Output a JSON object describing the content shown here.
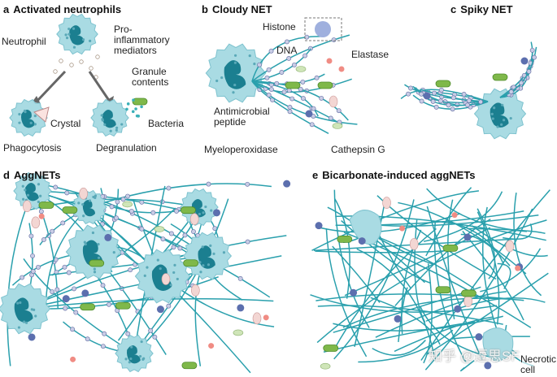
{
  "panels": {
    "a": {
      "letter": "a",
      "title": "Activated neutrophils",
      "labels": {
        "neutrophil": "Neutrophil",
        "pro": "Pro-",
        "inflammatory": "inflammatory",
        "mediators": "mediators",
        "granule": "Granule",
        "contents": "contents",
        "crystal": "Crystal",
        "bacteria": "Bacteria",
        "phagocytosis": "Phagocytosis",
        "degranulation": "Degranulation"
      }
    },
    "b": {
      "letter": "b",
      "title": "Cloudy NET",
      "labels": {
        "histone": "Histone",
        "dna": "DNA",
        "elastase": "Elastase",
        "antimicrobial": "Antimicrobial",
        "peptide": "peptide",
        "myeloperoxidase": "Myeloperoxidase",
        "cathepsin": "Cathepsin G"
      }
    },
    "c": {
      "letter": "c",
      "title": "Spiky NET"
    },
    "d": {
      "letter": "d",
      "title": "AggNETs"
    },
    "e": {
      "letter": "e",
      "title": "Bicarbonate-induced aggNETs",
      "labels": {
        "necrotic": "Necrotic",
        "cell": "cell"
      }
    }
  },
  "watermark": "知乎 @逗思SF",
  "colors": {
    "cell": "#a9dbe3",
    "nucleus": "#1b7f90",
    "fiber": "#2aa0ad",
    "granule": "#9aa3cf",
    "histone": "#5c6fae",
    "elastase": "#f08c84",
    "cathepsin": "#cfe5b8",
    "peptide": "#f3d6d3",
    "bacteria": "#7fb84a"
  }
}
